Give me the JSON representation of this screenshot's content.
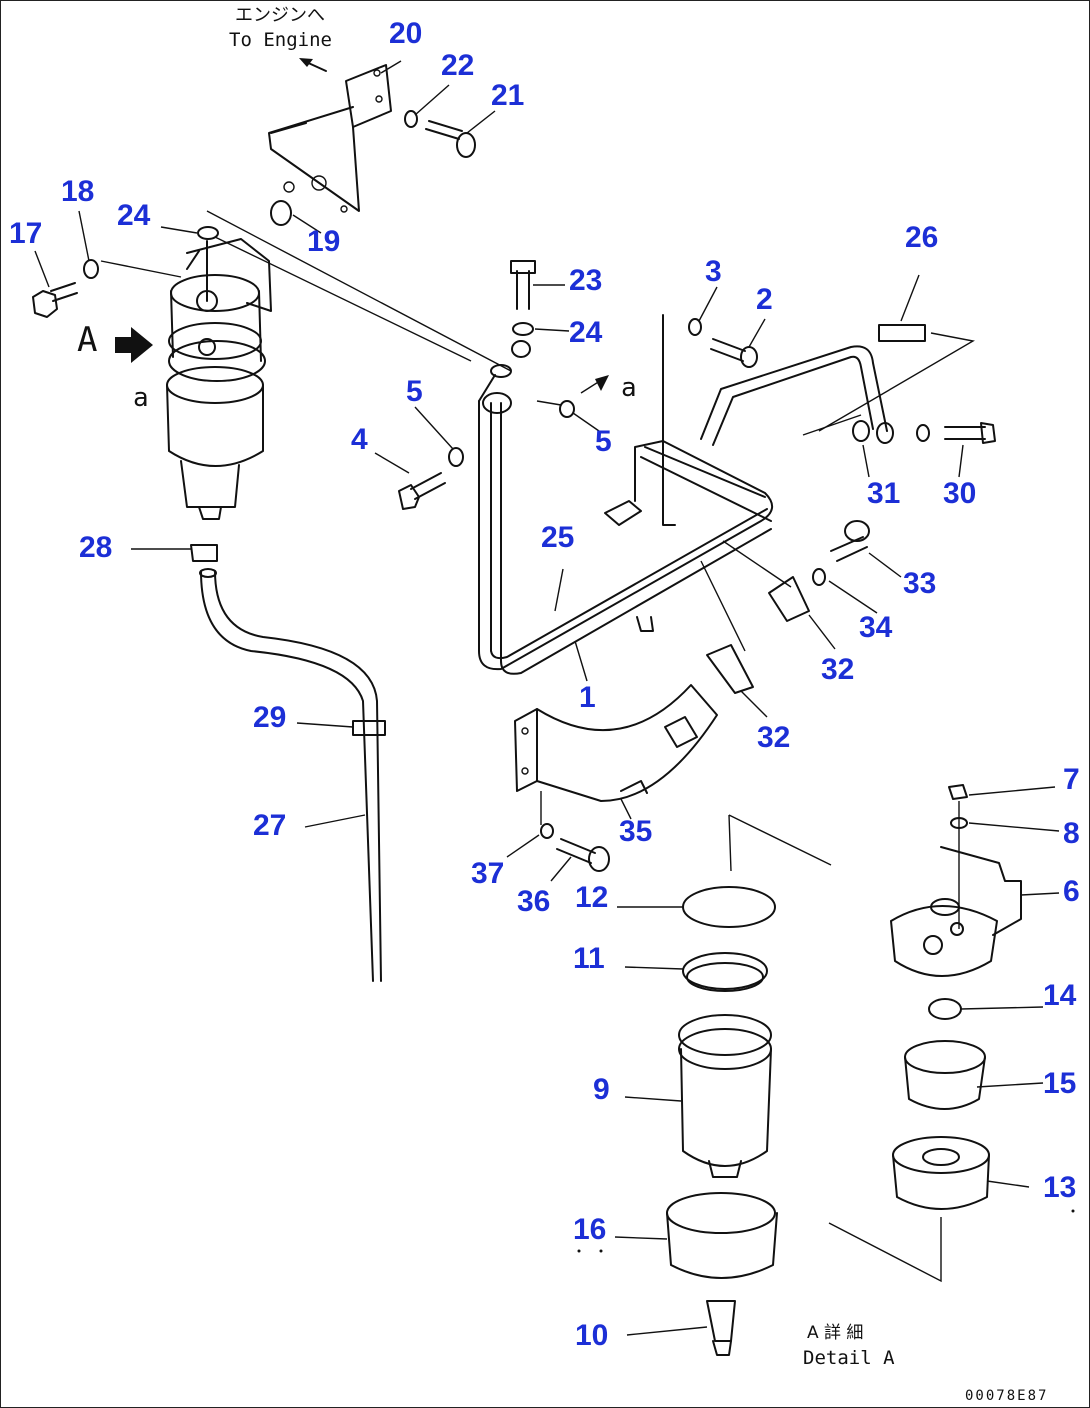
{
  "figure": {
    "engine_note_jp": "エンジンへ",
    "engine_note_en": "To Engine",
    "view_letter": "A",
    "section_letter_left": "a",
    "section_letter_right": "a",
    "detail_jp": "A 詳 細",
    "detail_en": "Detail A",
    "figure_code": "00078E87"
  },
  "callouts": [
    "20",
    "22",
    "21",
    "19",
    "18",
    "17",
    "24",
    "23",
    "24",
    "3",
    "2",
    "26",
    "5",
    "4",
    "5",
    "31",
    "30",
    "28",
    "25",
    "33",
    "34",
    "1",
    "32",
    "32",
    "29",
    "7",
    "8",
    "27",
    "6",
    "35",
    "37",
    "36",
    "12",
    "11",
    "14",
    "9",
    "15",
    "13",
    "16",
    "10"
  ],
  "colors": {
    "callout": "#1c2fd6",
    "line": "#111111",
    "background": "#ffffff"
  }
}
